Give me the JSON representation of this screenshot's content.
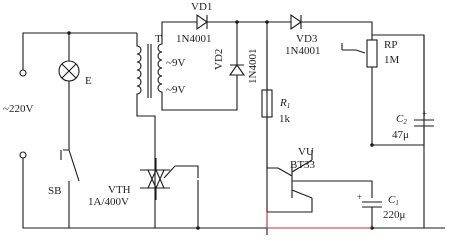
{
  "diagram": {
    "mains": "~220V",
    "lamp": "E",
    "transformer": {
      "designator": "T",
      "secondary_a": "~9V",
      "secondary_b": "~9V"
    },
    "switch": "SB",
    "thyristor": {
      "designator": "VTH",
      "rating": "1A/400V"
    },
    "vd1": {
      "designator": "VD1",
      "part": "1N4001"
    },
    "vd2": {
      "designator": "VD2",
      "part": "1N4001"
    },
    "vd3": {
      "designator": "VD3",
      "part": "1N4001"
    },
    "rp": {
      "designator": "RP",
      "value": "1M"
    },
    "r1": {
      "designator": "R",
      "subscript": "1",
      "value": "1k"
    },
    "vu": {
      "designator": "VU",
      "part": "BT33"
    },
    "c2": {
      "designator": "C",
      "subscript": "2",
      "polarity": "+",
      "value": "47μ"
    },
    "c1": {
      "designator": "C",
      "subscript": "1",
      "polarity": "+",
      "value": "220μ"
    }
  }
}
